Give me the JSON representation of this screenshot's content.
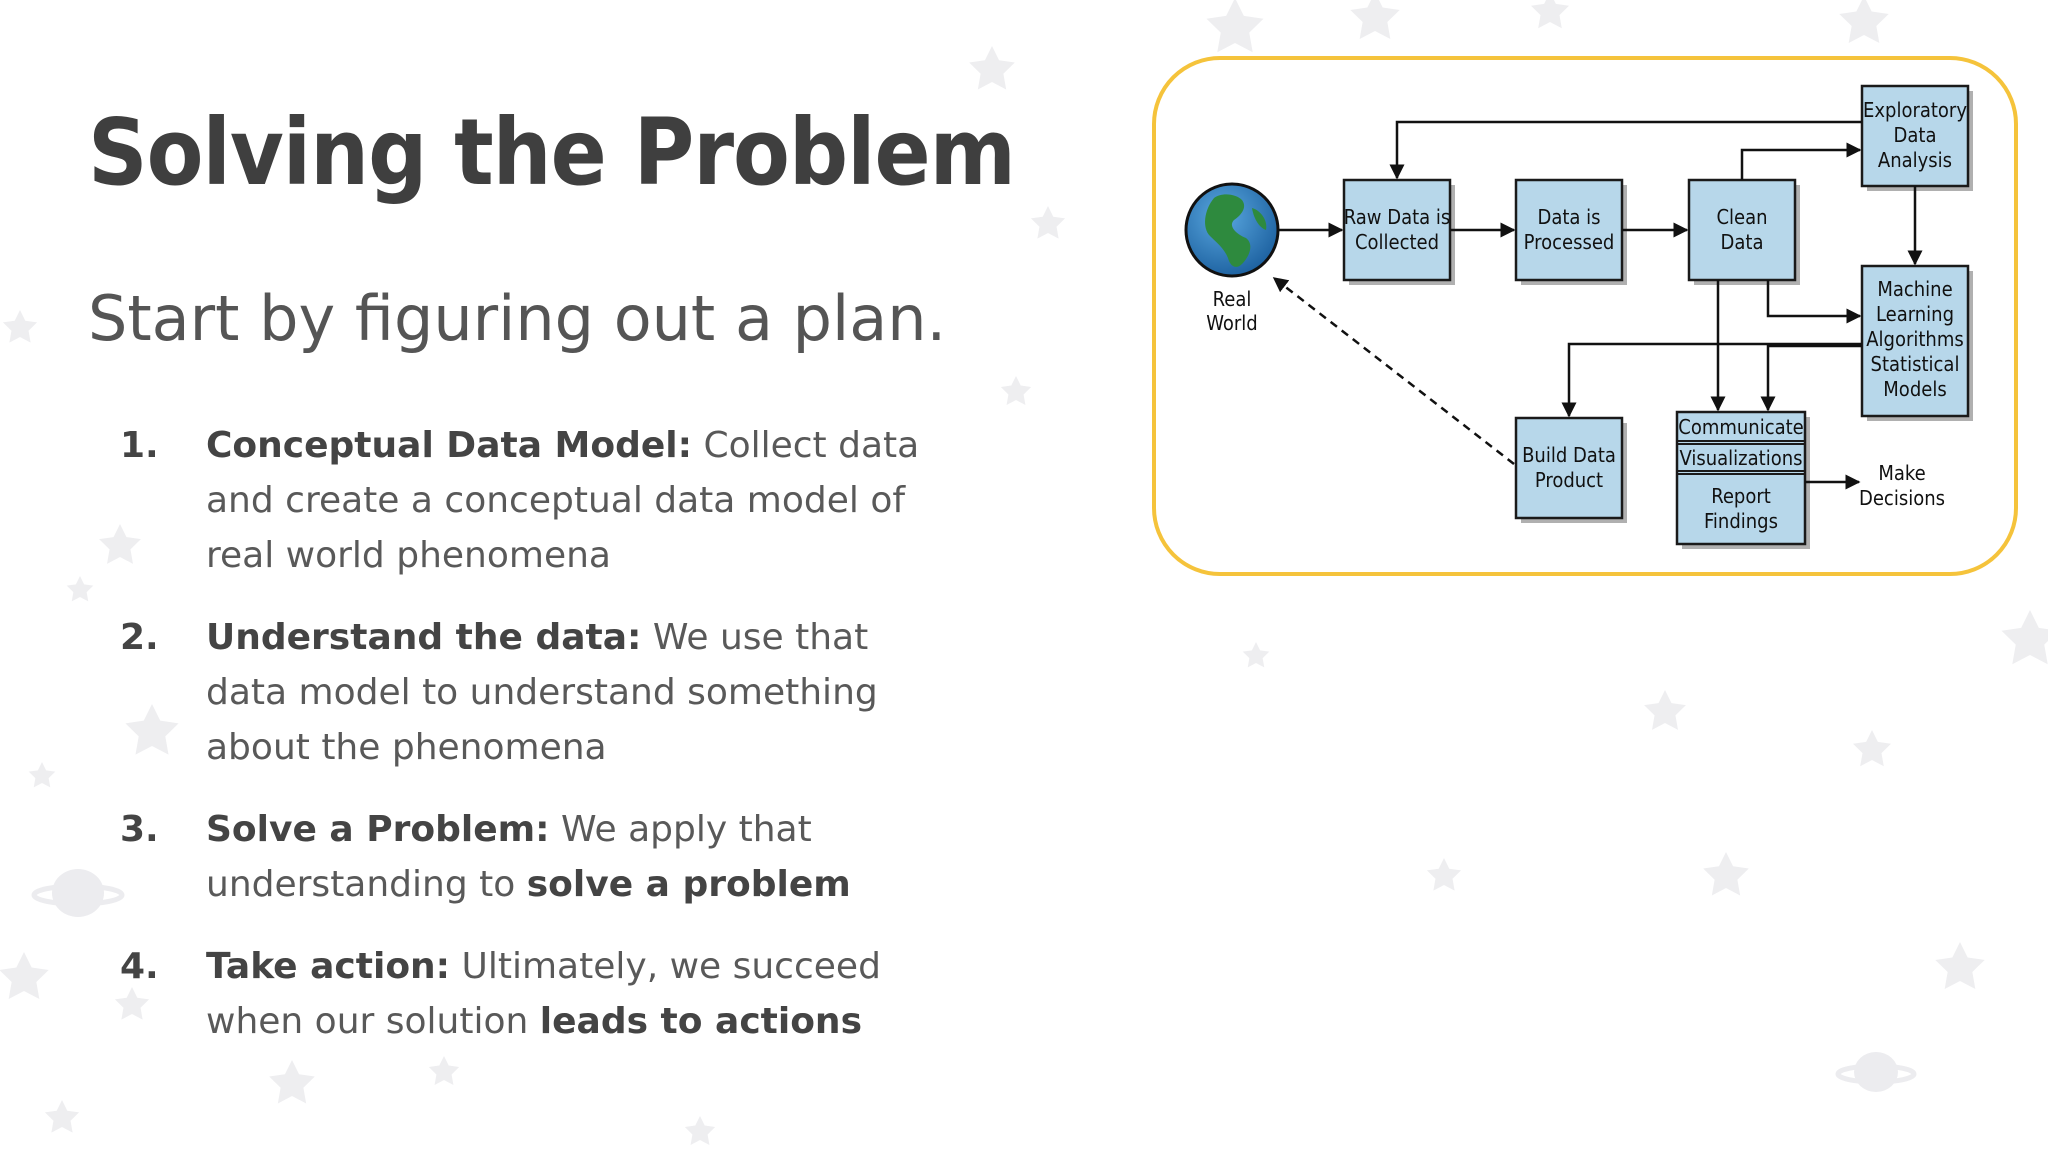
{
  "slide": {
    "title": "Solving the Problem",
    "subtitle": "Start by figuring out a plan."
  },
  "steps": [
    {
      "num": "1.",
      "bold": "Conceptual Data Model:",
      "text": " Collect data and create a conceptual data model of real world phenomena"
    },
    {
      "num": "2.",
      "bold": "Understand the data:",
      "text": " We use that data model to understand something about the phenomena"
    },
    {
      "num": "3.",
      "bold": "Solve a Problem:",
      "text": " We apply that understanding to ",
      "bold2": "solve a problem"
    },
    {
      "num": "4.",
      "bold": "Take action:",
      "text": " Ultimately, we succeed when our solution ",
      "bold2": "leads to actions"
    }
  ],
  "diagram": {
    "real_world": [
      "Real",
      "World"
    ],
    "raw_data": [
      "Raw Data is",
      "Collected"
    ],
    "processed": [
      "Data is",
      "Processed"
    ],
    "clean": [
      "Clean",
      "Data"
    ],
    "eda": [
      "Exploratory",
      "Data",
      "Analysis"
    ],
    "ml": [
      "Machine",
      "Learning",
      "Algorithms",
      "Statistical",
      "Models"
    ],
    "build": [
      "Build Data",
      "Product"
    ],
    "communicate": [
      "Communicate",
      "Visualizations"
    ],
    "report": [
      "Report",
      "Findings"
    ],
    "decisions": [
      "Make",
      "Decisions"
    ]
  },
  "colors": {
    "border": "#f5c33b",
    "box_fill": "#b7d7ea",
    "title": "#3f3f3f",
    "body_text": "#595959"
  }
}
